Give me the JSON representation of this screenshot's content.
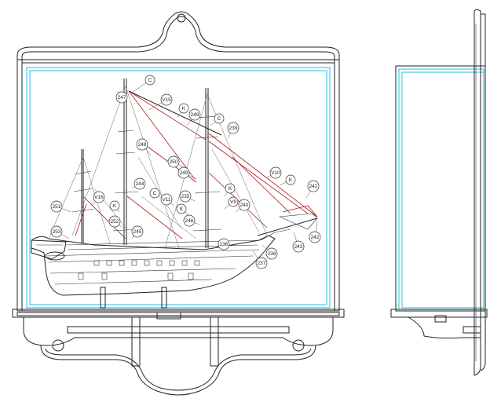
{
  "callouts": [
    {
      "id": "c-247",
      "label": "247",
      "shape": "circle"
    },
    {
      "id": "c-C1",
      "label": "C",
      "shape": "circle"
    },
    {
      "id": "c-V15",
      "label": "V15",
      "shape": "circle"
    },
    {
      "id": "c-K1",
      "label": "K",
      "shape": "circle"
    },
    {
      "id": "c-249a",
      "label": "249",
      "shape": "circle"
    },
    {
      "id": "c-C2",
      "label": "C",
      "shape": "circle"
    },
    {
      "id": "c-239",
      "label": "239",
      "shape": "circle"
    },
    {
      "id": "c-248",
      "label": "248",
      "shape": "circle"
    },
    {
      "id": "c-250",
      "label": "250",
      "shape": "circle"
    },
    {
      "id": "c-249b",
      "label": "249",
      "shape": "circle"
    },
    {
      "id": "c-V10",
      "label": "V10",
      "shape": "circle"
    },
    {
      "id": "c-K2",
      "label": "K",
      "shape": "circle"
    },
    {
      "id": "c-241",
      "label": "241",
      "shape": "circle"
    },
    {
      "id": "c-244",
      "label": "244",
      "shape": "circle"
    },
    {
      "id": "c-C3",
      "label": "C",
      "shape": "circle"
    },
    {
      "id": "c-235",
      "label": "235",
      "shape": "circle"
    },
    {
      "id": "c-K3",
      "label": "K",
      "shape": "circle"
    },
    {
      "id": "c-V16",
      "label": "V16",
      "shape": "circle"
    },
    {
      "id": "c-V11",
      "label": "V11",
      "shape": "circle"
    },
    {
      "id": "c-V9",
      "label": "V9",
      "shape": "circle"
    },
    {
      "id": "c-240",
      "label": "240",
      "shape": "circle"
    },
    {
      "id": "c-251",
      "label": "251",
      "shape": "circle"
    },
    {
      "id": "c-K4",
      "label": "K",
      "shape": "circle"
    },
    {
      "id": "c-K5",
      "label": "K",
      "shape": "circle"
    },
    {
      "id": "c-246",
      "label": "246",
      "shape": "circle"
    },
    {
      "id": "c-252",
      "label": "252",
      "shape": "circle"
    },
    {
      "id": "c-242",
      "label": "242",
      "shape": "circle"
    },
    {
      "id": "c-253",
      "label": "253",
      "shape": "circle"
    },
    {
      "id": "c-245",
      "label": "245",
      "shape": "circle"
    },
    {
      "id": "c-243",
      "label": "243",
      "shape": "circle"
    },
    {
      "id": "c-236",
      "label": "236",
      "shape": "circle"
    },
    {
      "id": "c-238",
      "label": "238",
      "shape": "circle"
    },
    {
      "id": "c-237",
      "label": "237",
      "shape": "circle"
    }
  ],
  "colors": {
    "outline": "#222222",
    "glass": "#35c6e6",
    "rigging": "#b01818",
    "background": "#ffffff"
  }
}
